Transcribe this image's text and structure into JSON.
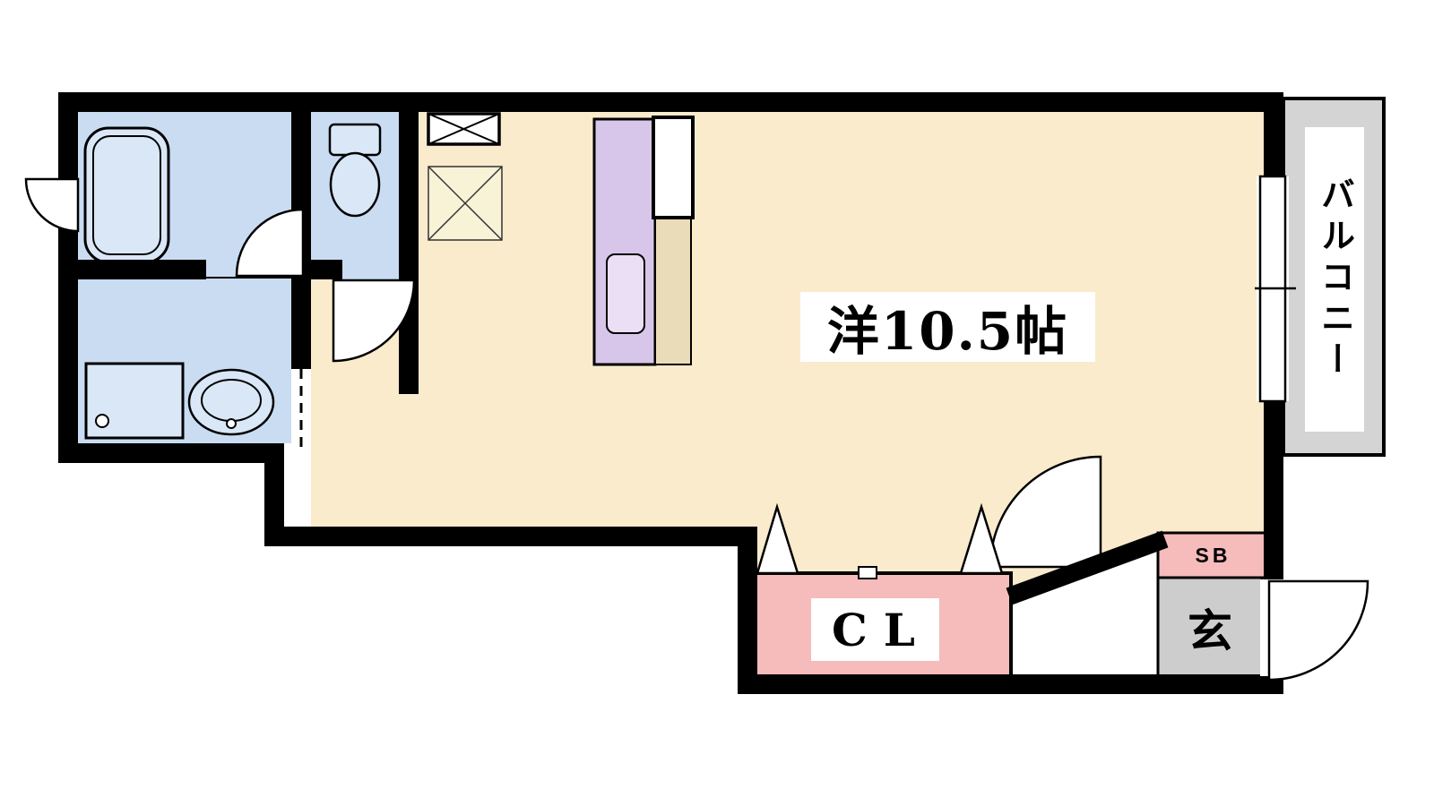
{
  "floorplan": {
    "type": "apartment-floor-plan",
    "rooms": {
      "main": {
        "label": "洋10.5帖"
      },
      "balcony": {
        "label": "バルコニー"
      },
      "closet": {
        "label": "CL"
      },
      "entrance": {
        "label": "玄"
      },
      "shoe_box": {
        "label": "SB"
      }
    },
    "colors": {
      "wall": "#000000",
      "main_floor": "#FAEBCD",
      "wet_area_floor": "#C9DCF2",
      "kitchen_counter": "#D8C6EA",
      "kitchen_side": "#EADCB8",
      "closet_pink": "#F6BBBB",
      "entrance_gray": "#CDCDCD",
      "balcony_gray": "#D4D4D4",
      "washer_hatch": "#F8F2D6",
      "fixture_fill": "#D9E7F7"
    }
  }
}
